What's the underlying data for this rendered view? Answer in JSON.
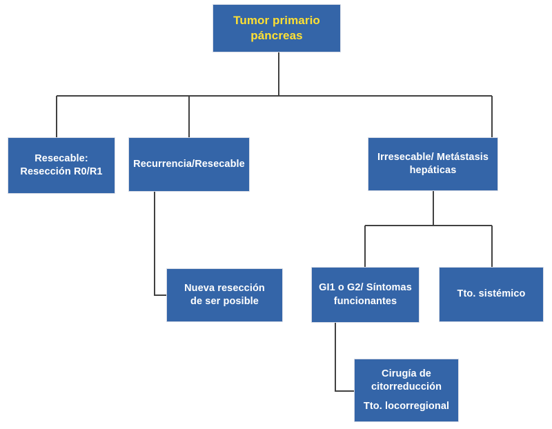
{
  "diagram": {
    "title_box": {
      "id": "tumor-primario-pancreas",
      "lines": [
        "Tumor primario",
        "páncreas"
      ],
      "text_color": "#ffe033",
      "box_color": "#3465a8"
    },
    "nodes": [
      {
        "id": "resecable-reseccion",
        "lines": [
          "Resecable:",
          "Resección R0/R1"
        ],
        "text_color": "#ffffff",
        "box_color": "#3465a8"
      },
      {
        "id": "recurrencia-resecable",
        "lines": [
          "Recurrencia/Resecable"
        ],
        "text_color": "#ffffff",
        "box_color": "#3465a8"
      },
      {
        "id": "irresecable-metastasis",
        "lines": [
          "Irresecable/ Metástasis",
          "hepáticas"
        ],
        "text_color": "#ffffff",
        "box_color": "#3465a8"
      },
      {
        "id": "nueva-reseccion",
        "lines": [
          "Nueva resección",
          "de ser posible"
        ],
        "text_color": "#ffffff",
        "box_color": "#3465a8"
      },
      {
        "id": "gi1-g2-sintomas",
        "lines": [
          "GI1 o G2/ Síntomas",
          "funcionantes"
        ],
        "text_color": "#ffffff",
        "box_color": "#3465a8"
      },
      {
        "id": "tto-sistemico",
        "lines": [
          "Tto. sistémico"
        ],
        "text_color": "#ffffff",
        "box_color": "#3465a8"
      },
      {
        "id": "cirugia-citorreduccion",
        "lines": [
          "Cirugía de",
          "citorreducción"
        ],
        "lines2": [
          "Tto. locorregional"
        ],
        "text_color": "#ffffff",
        "box_color": "#3465a8"
      }
    ],
    "connector_color": "#404040"
  }
}
